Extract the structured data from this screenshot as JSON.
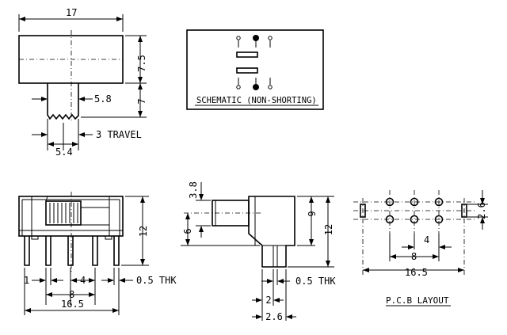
{
  "top_view": {
    "width_17": "17",
    "height_7_5": "7.5",
    "height_7": "7",
    "actuator_5_8": "5.8",
    "travel_label": "3 TRAVEL",
    "base_5_4": "5.4"
  },
  "schematic": {
    "caption": "SCHEMATIC (NON-SHORTING)"
  },
  "front_view": {
    "dim_1": "1",
    "dim_4": "4",
    "dim_8": "8",
    "dim_16_5": "16.5",
    "thk": "0.5 THK",
    "dim_12": "12"
  },
  "side_view": {
    "dim_3_8": "3.8",
    "dim_6": "6",
    "dim_9": "9",
    "dim_12": "12",
    "thk": "0.5 THK",
    "dim_2": "2",
    "dim_2_6": "2.6"
  },
  "pcb_layout": {
    "dim_2_6": "2.6",
    "dim_4": "4",
    "dim_8": "8",
    "dim_16_5": "16.5",
    "caption": "P.C.B LAYOUT"
  }
}
